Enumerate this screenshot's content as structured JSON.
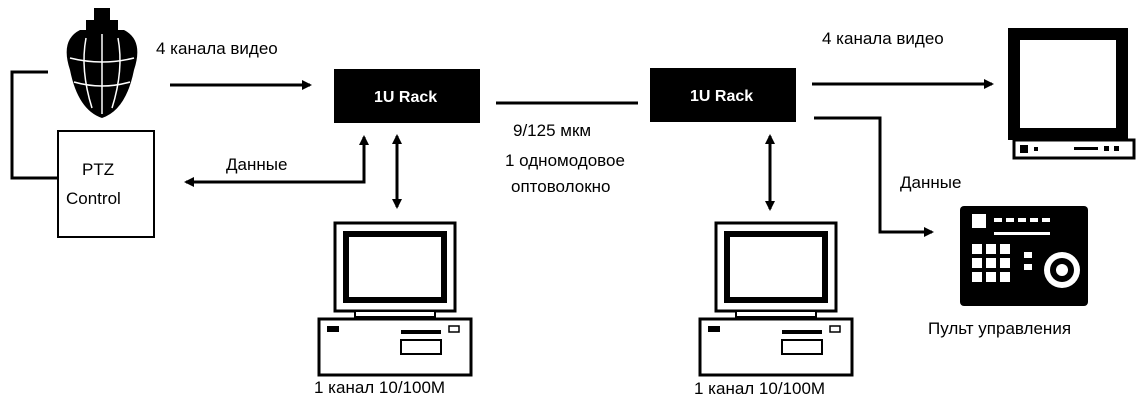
{
  "left": {
    "video_label": "4 канала видео",
    "data_label": "Данные",
    "ptz_line1": "PTZ",
    "ptz_line2": "Control",
    "rack_label": "1U Rack",
    "pc_label": "1 канал 10/100M"
  },
  "link": {
    "spec": "9/125 мкм",
    "desc_line1": "1 одномодовое",
    "desc_line2": "оптоволокно"
  },
  "right": {
    "rack_label": "1U Rack",
    "video_label": "4 канала видео",
    "data_label": "Данные",
    "pc_label": "1 канал 10/100M",
    "keyboard_label": "Пульт управления"
  },
  "colors": {
    "ink": "#000000",
    "paper": "#ffffff",
    "screen": "#ffffff"
  }
}
